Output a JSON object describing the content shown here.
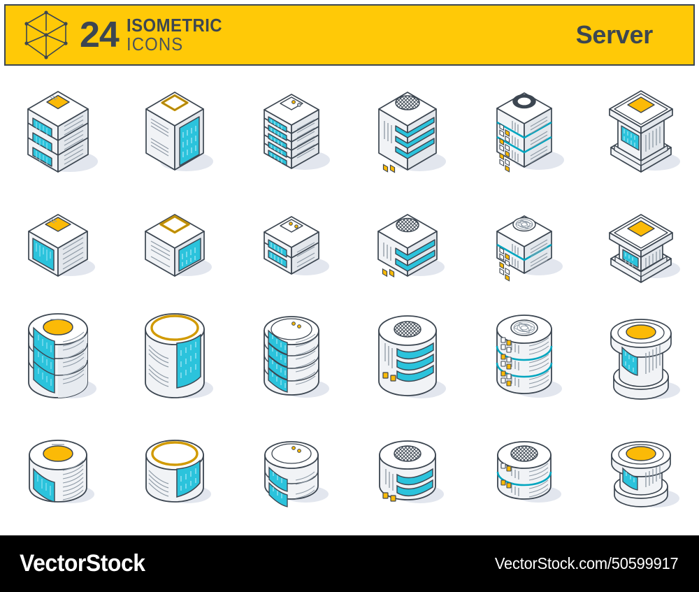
{
  "header": {
    "count": "24",
    "kicker_line1": "ISOMETRIC",
    "kicker_line2": "ICONS",
    "category": "Server",
    "logo_icon": "isometric-cube-icon",
    "background_color": "#FFC907",
    "border_color": "#3C4651",
    "text_color": "#3C4651"
  },
  "palette": {
    "stroke": "#3C4651",
    "cyan": "#2BC3DC",
    "cyan_dark": "#00A5BF",
    "orange": "#FBBA07",
    "orange_line": "#D19A00",
    "face_light": "#FFFFFF",
    "face_mid": "#F1F3F6",
    "face_dark": "#E3E7EC",
    "hatch": "#8C98A4",
    "shadow": "#E2E6EE",
    "fan_dark": "#3C4651"
  },
  "grid": {
    "columns": 6,
    "rows": 4,
    "total_icons": 24
  },
  "icons": [
    {
      "id": 1,
      "row": 1,
      "col": 1,
      "name": "server-tower-cyan-panels",
      "shape": "box",
      "height": "tall",
      "top": "orange-square",
      "detail": "cyan-slots",
      "slots": 3
    },
    {
      "id": 2,
      "row": 1,
      "col": 2,
      "name": "server-tower-orange-ring-top",
      "shape": "box",
      "height": "tall",
      "top": "orange-ring-square",
      "detail": "cyan-face",
      "slots": 0
    },
    {
      "id": 3,
      "row": 1,
      "col": 3,
      "name": "server-rack-five-slots",
      "shape": "box",
      "height": "tall",
      "top": "led-square",
      "detail": "cyan-slots",
      "slots": 5
    },
    {
      "id": 4,
      "row": 1,
      "col": 4,
      "name": "server-tower-mesh-vent-bands",
      "shape": "box",
      "height": "tall",
      "top": "mesh-circle",
      "detail": "cyan-bands",
      "slots": 3
    },
    {
      "id": 5,
      "row": 1,
      "col": 5,
      "name": "server-tower-fan-three-units",
      "shape": "box",
      "height": "tall",
      "top": "fan-circle",
      "detail": "cyan-seams",
      "slots": 3
    },
    {
      "id": 6,
      "row": 1,
      "col": 6,
      "name": "server-pedestal-orange-top",
      "shape": "pedestal",
      "height": "tall",
      "top": "orange-square",
      "detail": "cyan-panel",
      "slots": 1
    },
    {
      "id": 7,
      "row": 2,
      "col": 1,
      "name": "server-cube-cyan-panel",
      "shape": "box",
      "height": "short",
      "top": "orange-square",
      "detail": "cyan-panel",
      "slots": 1
    },
    {
      "id": 8,
      "row": 2,
      "col": 2,
      "name": "server-cube-orange-ring-top",
      "shape": "box",
      "height": "short",
      "top": "orange-ring-square",
      "detail": "cyan-face",
      "slots": 0
    },
    {
      "id": 9,
      "row": 2,
      "col": 3,
      "name": "server-rack-two-slots",
      "shape": "box",
      "height": "short",
      "top": "led-square",
      "detail": "cyan-slots",
      "slots": 2
    },
    {
      "id": 10,
      "row": 2,
      "col": 4,
      "name": "server-cube-mesh-vent-bands",
      "shape": "box",
      "height": "short",
      "top": "mesh-circle",
      "detail": "cyan-bands",
      "slots": 2
    },
    {
      "id": 11,
      "row": 2,
      "col": 5,
      "name": "server-cube-fan-two-units",
      "shape": "box",
      "height": "short",
      "top": "fan-circle",
      "detail": "cyan-seams",
      "slots": 1
    },
    {
      "id": 12,
      "row": 2,
      "col": 6,
      "name": "server-pedestal-short-orange",
      "shape": "pedestal",
      "height": "short",
      "top": "orange-square",
      "detail": "cyan-panel",
      "slots": 1
    },
    {
      "id": 13,
      "row": 3,
      "col": 1,
      "name": "database-cylinder-cyan-panels",
      "shape": "cylinder",
      "height": "tall",
      "top": "orange-ellipse",
      "detail": "cyan-slots",
      "slots": 3
    },
    {
      "id": 14,
      "row": 3,
      "col": 2,
      "name": "database-cylinder-orange-ring",
      "shape": "cylinder",
      "height": "tall",
      "top": "orange-ring-ellipse",
      "detail": "cyan-face",
      "slots": 0
    },
    {
      "id": 15,
      "row": 3,
      "col": 3,
      "name": "database-stack-four-slots",
      "shape": "cylinder",
      "height": "tall",
      "top": "led-ellipse",
      "detail": "cyan-slots",
      "slots": 4
    },
    {
      "id": 16,
      "row": 3,
      "col": 4,
      "name": "database-cylinder-mesh-bands",
      "shape": "cylinder",
      "height": "tall",
      "top": "mesh-ellipse",
      "detail": "cyan-bands",
      "slots": 3
    },
    {
      "id": 17,
      "row": 3,
      "col": 5,
      "name": "database-cylinder-fan-three",
      "shape": "cylinder",
      "height": "tall",
      "top": "fan-ellipse",
      "detail": "cyan-seams",
      "slots": 3
    },
    {
      "id": 18,
      "row": 3,
      "col": 6,
      "name": "database-pedestal-orange-top",
      "shape": "drum",
      "height": "tall",
      "top": "orange-ellipse",
      "detail": "cyan-panel",
      "slots": 1
    },
    {
      "id": 19,
      "row": 4,
      "col": 1,
      "name": "database-disc-cyan-panel",
      "shape": "cylinder",
      "height": "short",
      "top": "orange-ellipse",
      "detail": "cyan-panel",
      "slots": 1
    },
    {
      "id": 20,
      "row": 4,
      "col": 2,
      "name": "database-disc-orange-ring",
      "shape": "cylinder",
      "height": "short",
      "top": "orange-ring-ellipse",
      "detail": "cyan-face",
      "slots": 0
    },
    {
      "id": 21,
      "row": 4,
      "col": 3,
      "name": "database-stack-two-slots",
      "shape": "cylinder",
      "height": "short",
      "top": "led-ellipse",
      "detail": "cyan-slots",
      "slots": 2
    },
    {
      "id": 22,
      "row": 4,
      "col": 4,
      "name": "database-disc-mesh-bands",
      "shape": "cylinder",
      "height": "short",
      "top": "mesh-ellipse",
      "detail": "cyan-bands",
      "slots": 2
    },
    {
      "id": 23,
      "row": 4,
      "col": 5,
      "name": "database-disc-fan-two-units",
      "shape": "cylinder",
      "height": "short",
      "top": "fan-ellipse",
      "detail": "cyan-seams",
      "slots": 1
    },
    {
      "id": 24,
      "row": 4,
      "col": 6,
      "name": "database-pedestal-short-orange",
      "shape": "drum",
      "height": "short",
      "top": "orange-ellipse",
      "detail": "cyan-panel",
      "slots": 1
    }
  ],
  "footer": {
    "brand": "VectorStock",
    "url": "VectorStock.com/50599917",
    "background_color": "#000000",
    "text_color": "#FFFFFF"
  }
}
